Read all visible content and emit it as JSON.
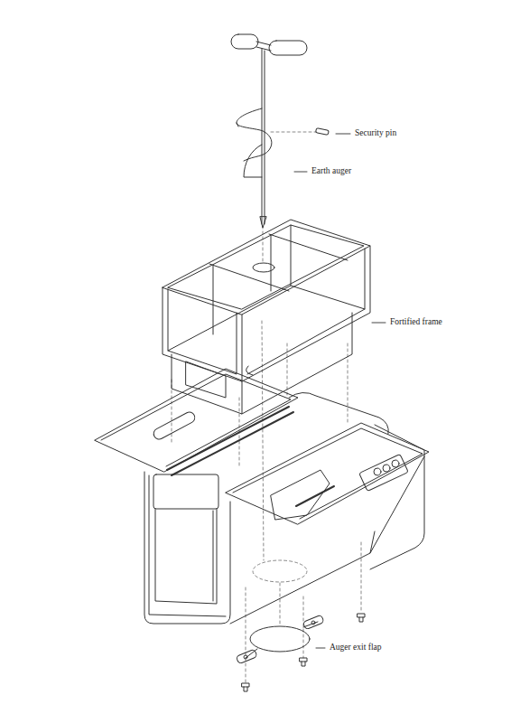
{
  "diagram": {
    "labels": [
      "Security pin",
      "Earth auger",
      "Fortified frame",
      "Auger exit flap"
    ]
  }
}
